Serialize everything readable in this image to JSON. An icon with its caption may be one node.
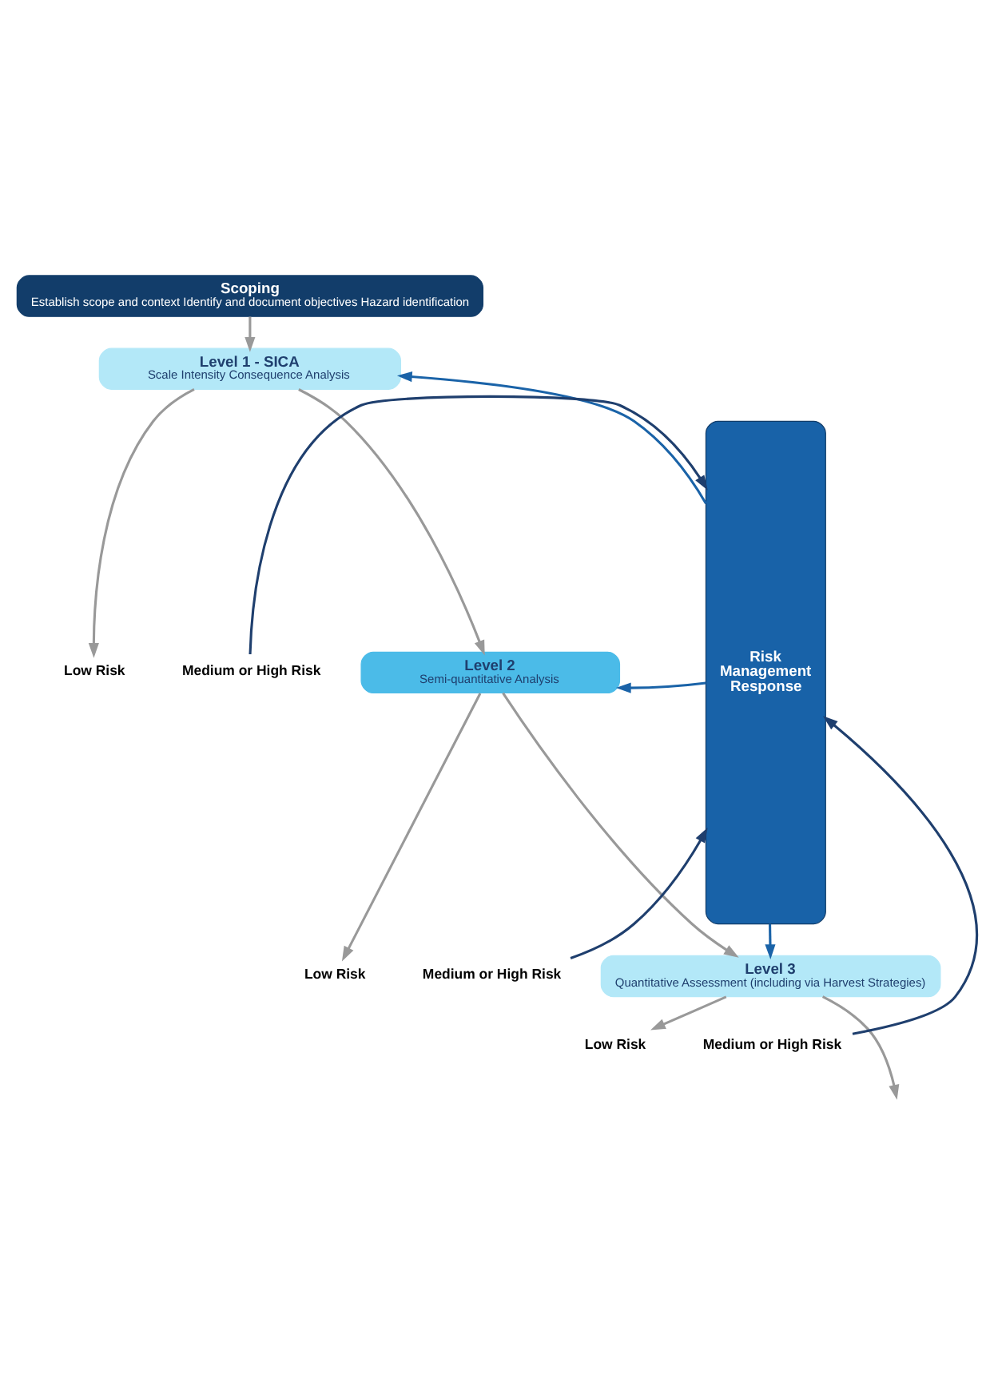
{
  "diagram": {
    "nodes": [
      {
        "text": [
          "Scoping",
          "Establish scope and context Identify and document objectives Hazard identification"
        ]
      },
      {
        "text": [
          "Level 1 - SICA",
          "Scale Intensity Consequence Analysis"
        ]
      },
      {
        "text": [
          "Risk Management Response"
        ]
      },
      {
        "text": [
          "Medium or High Risk"
        ]
      },
      {
        "text": [
          "Low Risk"
        ]
      },
      {
        "text": [
          "Level 2",
          "Semi-quantitative Analysis"
        ]
      },
      {
        "text": [
          "Medium or High Risk"
        ]
      },
      {
        "text": [
          "Low Risk"
        ]
      },
      {
        "text": [
          "Level 3",
          "Quantitative Assessment (including via Harvest Strategies)"
        ]
      },
      {
        "text": [
          "Medium or High Risk"
        ]
      },
      {
        "text": [
          "Low Risk"
        ]
      }
    ],
    "edges": [
      {
        "from": 0,
        "to": 1,
        "arrow": "to"
      },
      {
        "from": 2,
        "to": 1,
        "arrow": "to",
        "color": "#1a63a8"
      },
      {
        "from": 1,
        "to": 4,
        "arrow": "to"
      },
      {
        "from": 1,
        "to": 5,
        "arrow": "to"
      },
      {
        "from": 3,
        "to": 2,
        "arrow": "to",
        "color": "#1f3f6e"
      },
      {
        "from": 2,
        "to": 5,
        "arrow": "to",
        "color": "#1a63a8"
      },
      {
        "from": 5,
        "to": 7,
        "arrow": "to"
      },
      {
        "from": 5,
        "to": 8,
        "arrow": "to"
      },
      {
        "from": 6,
        "to": 2,
        "arrow": "to",
        "color": "#1f3f6e"
      },
      {
        "from": 2,
        "to": 8,
        "arrow": "to",
        "color": "#1a63a8"
      },
      {
        "from": 8,
        "to": 10,
        "arrow": "to"
      },
      {
        "from": 8,
        "to": null,
        "arrow": "to"
      },
      {
        "from": 9,
        "to": 2,
        "arrow": "to",
        "color": "#1f3f6e"
      }
    ]
  }
}
